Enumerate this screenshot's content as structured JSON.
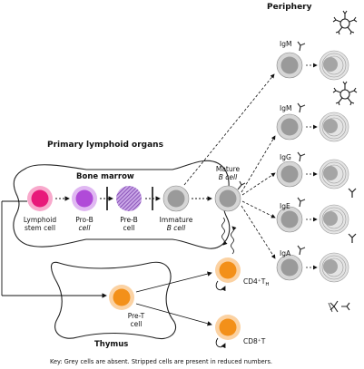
{
  "headings": {
    "periphery": "Periphery",
    "primary_lymphoid": "Primary lymphoid organs",
    "bone_marrow": "Bone marrow",
    "thymus": "Thymus"
  },
  "cells": {
    "lymphoid_stem": [
      "Lymphoid",
      "stem cell"
    ],
    "pro_b": [
      "Pro-B",
      "cell"
    ],
    "pre_b": [
      "Pre-B",
      "cell"
    ],
    "immature_b": [
      "Immature",
      "B cell"
    ],
    "mature_b": [
      "Mature",
      "B cell"
    ],
    "pre_t": [
      "Pre-T",
      "cell"
    ],
    "cd4": "CD4⁺T",
    "cd4_sub": "H",
    "cd8": "CD8⁺T"
  },
  "isotypes": [
    "IgM",
    "IgM",
    "IgG",
    "IgE",
    "IgA"
  ],
  "key": "Key: Grey cells are absent. Stripped cells are present in reduced numbers.",
  "colors": {
    "stem": "#e8197a",
    "pro_b": "#b04bd8",
    "pre_b": "#9b59c9",
    "grey_cell": "#8a8a8a",
    "t_cell": "#f39019"
  }
}
